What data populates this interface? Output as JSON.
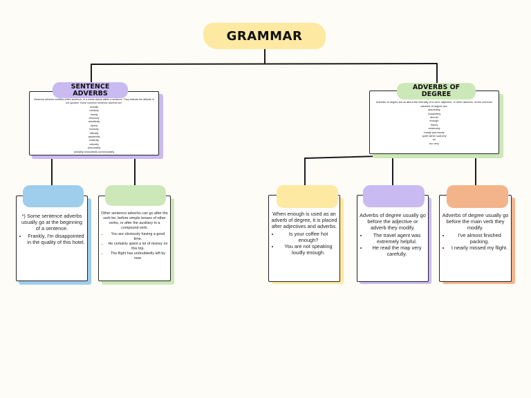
{
  "title": "GRAMMAR",
  "colors": {
    "yellow": "#fde9a1",
    "purple": "#c9baf2",
    "green": "#cde8b8",
    "blue": "#9fcdec",
    "orange": "#f4b48a"
  },
  "sentence_adverbs": {
    "heading": "SENTENCE ADVERBS",
    "intro": "Sentence adverbs modifies entire sentence, or a whole clause within a sentence. They indicate the attitude of the speaker. Some common sentence adverbs are:",
    "items": [
      "actually",
      "certainly",
      "frankly",
      "obviously",
      "admittedly",
      "clearly",
      "honestly",
      "officially",
      "apparently",
      "evidently",
      "naturally",
      "presumably",
      "probably undoubtedly (un)fortunately"
    ]
  },
  "adverbs_of_degree": {
    "heading": "ADVERBS OF DEGREE",
    "intro": "Adverbs of degree tell us about the intensity of a verb, adjective, or other adverbs. Some common adverbs of degree are:",
    "items": [
      "absolutely",
      "completely",
      "almost",
      "enough",
      "barely",
      "extremely",
      "hardly just nearly",
      "quite rather scarcely",
      "so",
      "too very"
    ]
  },
  "leaves": {
    "blue": {
      "text": "*) Some sentence adverbs usually go at the beginning of a sentence.",
      "bullets": [
        "Frankly, I'm disappointed in the quality of this hotel."
      ]
    },
    "green": {
      "text": "Other sentence adverbs can go after the verb be, before simple tenses of other verbs, or after the auxiliary in a compound verb.",
      "bullets": [
        "You are obviously having a good time.",
        "He certainly spent a lot of money on this trip.",
        "The flight has undoubtedly left by now."
      ]
    },
    "yellow": {
      "text": "When enough is used as an adverb of degree, it is placed after adjectives and adverbs.",
      "bullets": [
        "Is your coffee hot enough?",
        "You are not speaking loudly enough."
      ]
    },
    "purple": {
      "text": "Adverbs of degree usually go before the adjective or adverb they modify.",
      "bullets": [
        "The travel agent was extremely helpful.",
        "He read the map very carefully."
      ]
    },
    "orange": {
      "text": "Adverbs of degree usually go before the main verb they modify.",
      "bullets": [
        "I've almost finished packing.",
        "I nearly missed my flight."
      ]
    }
  }
}
